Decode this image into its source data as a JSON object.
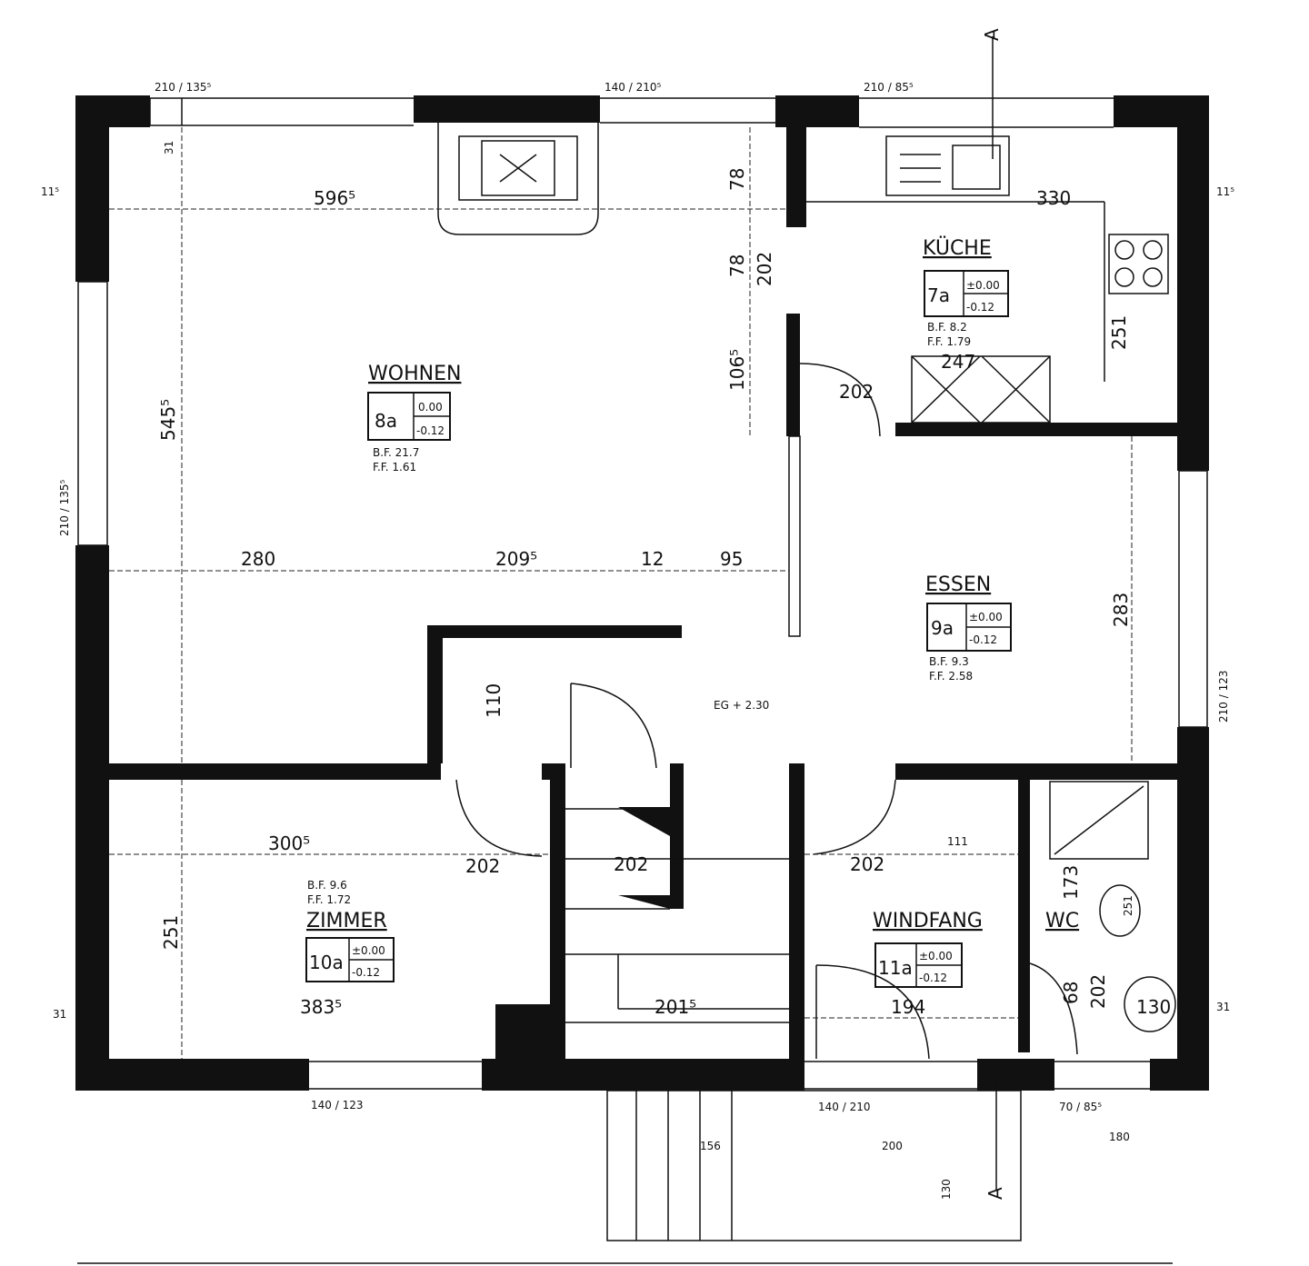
{
  "plan": {
    "floor_label": "EG + 2.30",
    "section_marker": "A",
    "rooms": [
      {
        "name": "WOHNEN",
        "code": "8a",
        "level_top": "0.00",
        "level_bottom": "-0.12",
        "bf": "B.F. 21.7",
        "ff": "F.F. 1.61"
      },
      {
        "name": "KÜCHE",
        "code": "7a",
        "level_top": "±0.00",
        "level_bottom": "-0.12",
        "bf": "B.F. 8.2",
        "ff": "F.F. 1.79"
      },
      {
        "name": "ESSEN",
        "code": "9a",
        "level_top": "±0.00",
        "level_bottom": "-0.12",
        "bf": "B.F. 9.3",
        "ff": "F.F. 2.58"
      },
      {
        "name": "ZIMMER",
        "code": "10a",
        "level_top": "±0.00",
        "level_bottom": "-0.12",
        "bf": "B.F. 9.6",
        "ff": "F.F. 1.72"
      },
      {
        "name": "WINDFANG",
        "code": "11a",
        "level_top": "±0.00",
        "level_bottom": "-0.12",
        "bf": "",
        "ff": ""
      },
      {
        "name": "WC",
        "code": "",
        "level_top": "",
        "level_bottom": "",
        "bf": "",
        "ff": ""
      }
    ],
    "dimensions": {
      "top_win_left": "210 / 135⁵",
      "top_win_mid": "140 / 210⁵",
      "top_win_right": "210 / 85⁵",
      "left_win": "210 / 135⁵",
      "right_win": "210 / 123",
      "bottom_win_left": "140 / 123",
      "bottom_door": "140 / 210",
      "bottom_win_right": "70 / 85⁵",
      "d5965": "596⁵",
      "d5455": "545⁵",
      "d330": "330",
      "d251k": "251",
      "d247": "247",
      "d78a": "78",
      "d78b": "78",
      "d202a": "202",
      "d1065": "106⁵",
      "d280": "280",
      "d2095": "209⁵",
      "d12": "12",
      "d95": "95",
      "d283": "283",
      "d110": "110",
      "d3005": "300⁵",
      "d251z": "251",
      "d3835": "383⁵",
      "d2015": "201⁵",
      "d194": "194",
      "d111": "111",
      "d173": "173",
      "d202w": "202",
      "d68": "68",
      "d130": "130",
      "d156": "156",
      "d200": "200",
      "d180": "180",
      "d130b": "130",
      "d202b": "202",
      "d202c": "202",
      "d202d": "202",
      "d31a": "31",
      "d31b": "31",
      "d31c": "31",
      "d115a": "11⁵",
      "d115b": "11⁵"
    }
  }
}
